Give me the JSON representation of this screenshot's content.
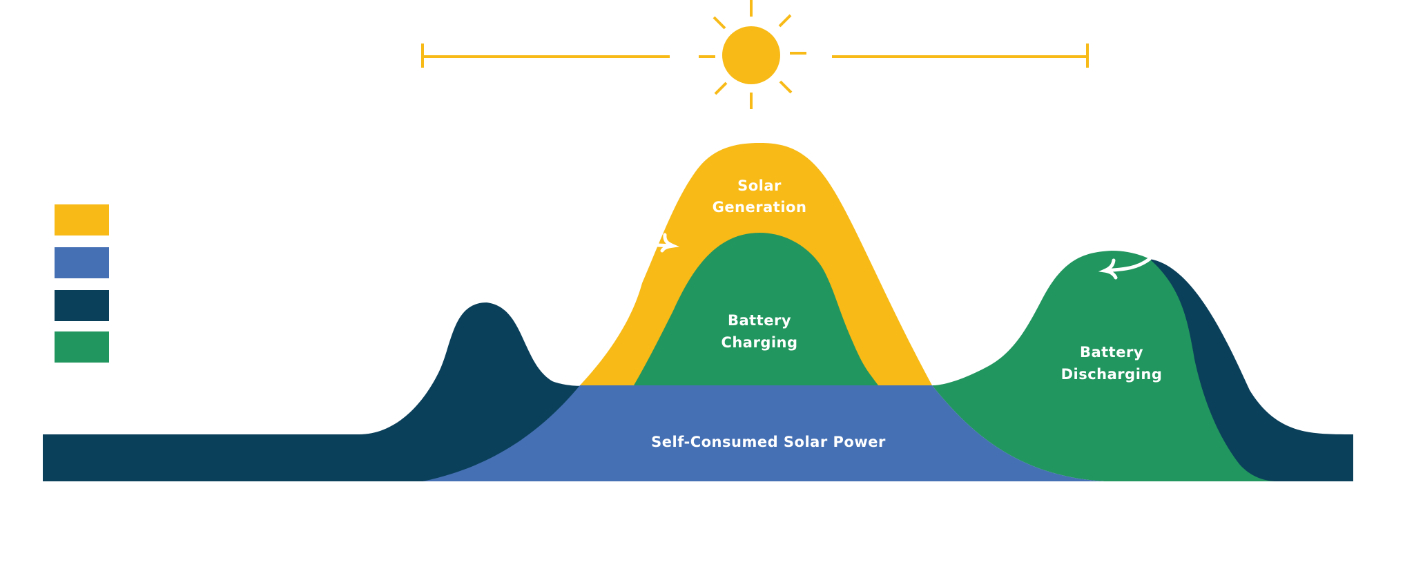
{
  "colors": {
    "solar": "#F7BA17",
    "self_consumed": "#4570B4",
    "grid": "#0B405B",
    "battery": "#22965F",
    "arrow": "#FFFFFF"
  },
  "legend": [
    {
      "key": "solar",
      "color": "#F7BA17"
    },
    {
      "key": "self_consumed",
      "color": "#4570B4"
    },
    {
      "key": "grid",
      "color": "#0B405B"
    },
    {
      "key": "battery",
      "color": "#22965F"
    }
  ],
  "labels": {
    "solar_line1": "Solar",
    "solar_line2": "Generation",
    "charging_line1": "Battery",
    "charging_line2": "Charging",
    "discharging_line1": "Battery",
    "discharging_line2": "Discharging",
    "self_consumed": "Self-Consumed Solar Power"
  },
  "icons": {
    "sun": "sun-icon",
    "daylight_span": "daylight-span-bracket",
    "charge_arrow": "arrow-right-icon",
    "discharge_arrow": "arrow-left-icon"
  }
}
